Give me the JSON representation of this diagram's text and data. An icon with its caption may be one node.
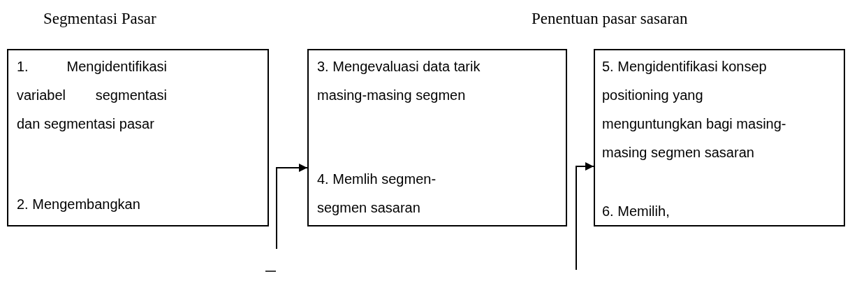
{
  "diagram": {
    "nodes": [
      {
        "text": [
          "1. Mengidentifikasi variabel segmentasi dan segmentasi pasar",
          "2. Mengembangkan"
        ]
      },
      {
        "text": [
          "3. Mengevaluasi data tarik masing-masing segmen",
          "4. Memlih segmen-segmen sasaran"
        ]
      },
      {
        "text": [
          "5. Mengidentifikasi konsep positioning yang menguntungkan bagi masing-masing segmen sasaran",
          "6. Memilih,"
        ]
      }
    ],
    "edges": [
      {
        "from": null,
        "to": 1,
        "arrow": "to"
      },
      {
        "from": null,
        "to": 2,
        "arrow": "to"
      }
    ],
    "labels": [
      "Segmentasi Pasar",
      "Penentuan pasar sasaran"
    ]
  }
}
